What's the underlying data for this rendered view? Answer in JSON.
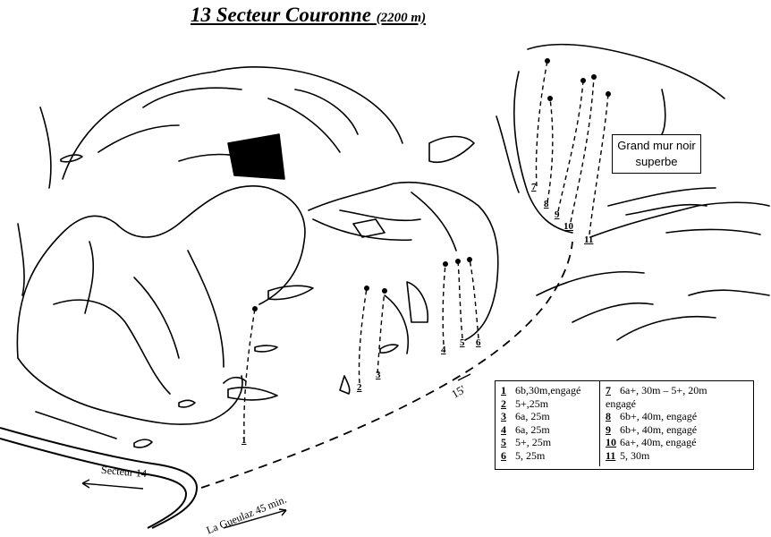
{
  "header": {
    "title": "13  Secteur Couronne",
    "altitude": "(2200 m)"
  },
  "note": {
    "line1": "Grand mur noir",
    "line2": "superbe"
  },
  "labels": {
    "path_time": "15'",
    "secteur14": "Secteur 14",
    "approach": "La Gueulaz 45 min."
  },
  "route_numbers": [
    "1",
    "2",
    "3",
    "4",
    "5",
    "6",
    "7",
    "8",
    "9",
    "10",
    "11"
  ],
  "legend": {
    "left": [
      {
        "num": "1",
        "text": "6b,30m,engagé"
      },
      {
        "num": "2",
        "text": "5+,25m"
      },
      {
        "num": "3",
        "text": "6a, 25m"
      },
      {
        "num": "4",
        "text": "6a, 25m"
      },
      {
        "num": "5",
        "text": "5+, 25m"
      },
      {
        "num": "6",
        "text": "5, 25m"
      }
    ],
    "right": [
      {
        "num": "7",
        "text": "6a+, 30m – 5+, 20m",
        "cont": "engagé"
      },
      {
        "num": "8",
        "text": "6b+, 40m, engagé"
      },
      {
        "num": "9",
        "text": "6b+, 40m, engagé"
      },
      {
        "num": "10",
        "text": "6a+, 40m, engagé"
      },
      {
        "num": "11",
        "text": "5, 30m"
      }
    ]
  }
}
